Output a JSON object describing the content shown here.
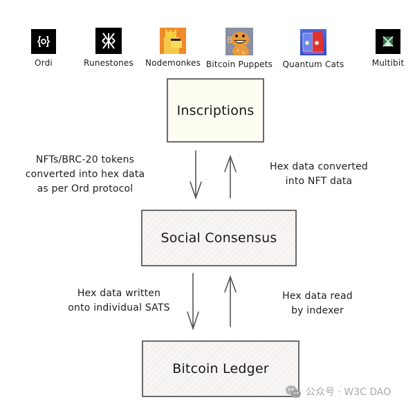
{
  "projects": [
    {
      "name": "Ordi",
      "icon": "ordi-logo-icon",
      "bg": "#000000"
    },
    {
      "name": "Runestones",
      "icon": "runestones-logo-icon",
      "bg": "#000000"
    },
    {
      "name": "Nodemonkes",
      "icon": "nodemonkes-logo-icon",
      "bg": "#ef8a2b"
    },
    {
      "name": "Bitcoin Puppets",
      "icon": "bitcoin-puppets-logo-icon",
      "bg": "#8b8fa3"
    },
    {
      "name": "Quantum Cats",
      "icon": "quantum-cats-logo-icon",
      "bg": "#3b5bd6"
    },
    {
      "name": "Multibit",
      "icon": "multibit-logo-icon",
      "bg": "#000000"
    }
  ],
  "nodes": {
    "inscriptions": "Inscriptions",
    "social_consensus": "Social Consensus",
    "bitcoin_ledger": "Bitcoin Ledger"
  },
  "edges": {
    "inscriptions_to_consensus": [
      "NFTs/BRC-20 tokens",
      "converted into hex data",
      "as per Ord protocol"
    ],
    "consensus_to_inscriptions": [
      "Hex data converted",
      "into NFT data"
    ],
    "consensus_to_ledger": [
      "Hex data written",
      "onto individual SATS"
    ],
    "ledger_to_consensus": [
      "Hex data read",
      "by indexer"
    ]
  },
  "colors": {
    "node_border": "#6a6a6a",
    "inscriptions_fill": "#fdfcf0",
    "hatched_fill": "#f8f6f4",
    "arrow": "#555555",
    "watermark": "#a9a9a9"
  },
  "watermark": {
    "text": "公众号 · W3C DAO",
    "icon": "wechat-icon"
  }
}
